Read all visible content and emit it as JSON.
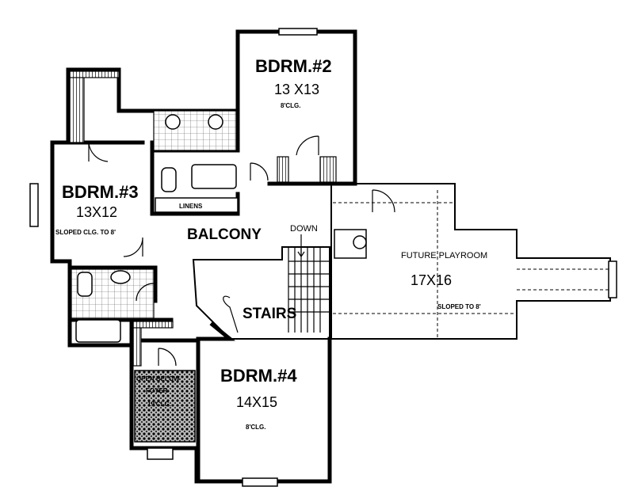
{
  "rooms": {
    "bdrm2": {
      "name": "BDRM.#2",
      "size": "13 X13",
      "note": "8'CLG."
    },
    "bdrm3": {
      "name": "BDRM.#3",
      "size": "13X12",
      "note": "SLOPED CLG. TO 8'"
    },
    "bdrm4": {
      "name": "BDRM.#4",
      "size": "14X15",
      "note": "8'CLG."
    },
    "playroom": {
      "name": "FUTURE PLAYROOM",
      "size": "17X16",
      "note": "SLOPED TO 8'"
    },
    "balcony": {
      "name": "BALCONY"
    },
    "stairs": {
      "name": "STAIRS",
      "direction": "DOWN"
    },
    "linens": {
      "name": "LINENS"
    },
    "open_below": {
      "line1": "OPEN BELOW",
      "line2": "FOYER",
      "line3": "19'CLG."
    }
  }
}
